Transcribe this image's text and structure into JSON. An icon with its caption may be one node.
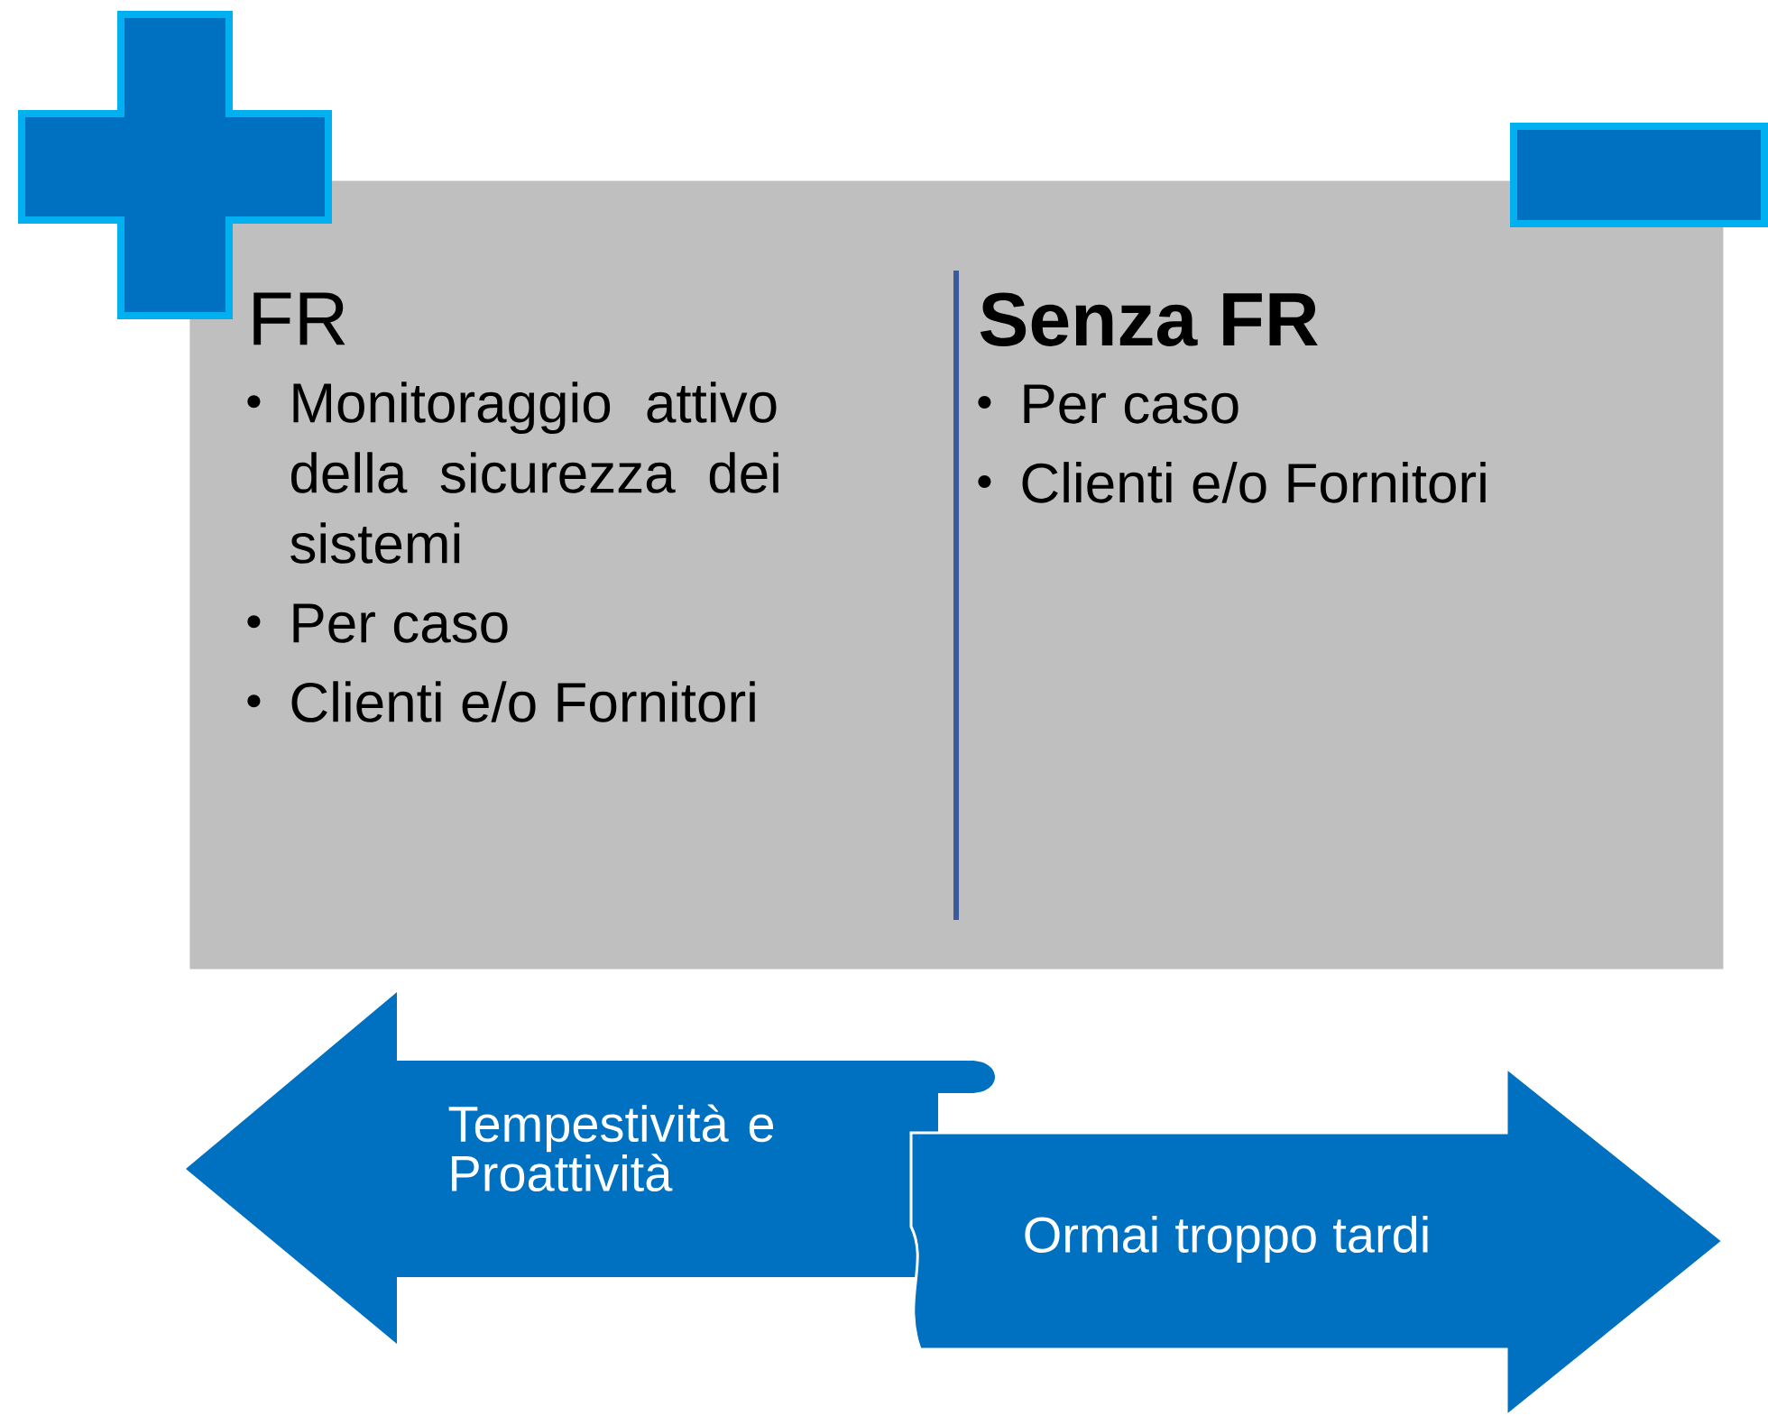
{
  "diagram": {
    "nodes": [
      {
        "text": [],
        "shape": "box"
      },
      {
        "text": [
          "FR",
          "Monitoraggio attivo della sicurezza dei sistemi",
          "Per caso",
          "Clienti e/o Fornitori"
        ],
        "in": 0
      },
      {
        "text": [
          "Senza FR",
          "Per caso",
          "Clienti e/o Fornitori"
        ],
        "in": 0
      },
      {
        "text": [
          "Tempestività e Proattività"
        ]
      },
      {
        "text": [
          "Ormai troppo tardi"
        ]
      }
    ]
  }
}
